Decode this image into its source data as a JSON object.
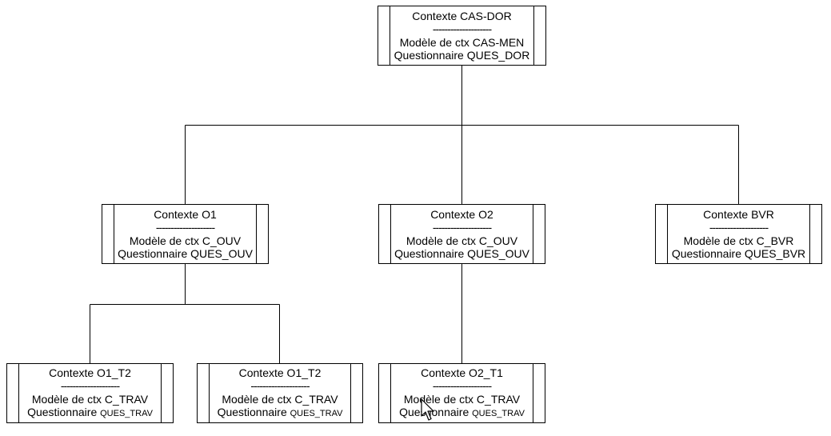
{
  "diagram": {
    "nodes": [
      {
        "id": "root",
        "context": "Contexte CAS-DOR",
        "separator": "--------------------",
        "model": "Modèle de ctx CAS-MEN",
        "questionnaire_prefix": "Questionnaire",
        "questionnaire": "QUES_DOR"
      },
      {
        "id": "o1",
        "context": "Contexte O1",
        "separator": "--------------------",
        "model": "Modèle de ctx C_OUV",
        "questionnaire_prefix": "Questionnaire",
        "questionnaire": "QUES_OUV"
      },
      {
        "id": "o2",
        "context": "Contexte O2",
        "separator": "--------------------",
        "model": "Modèle de ctx C_OUV",
        "questionnaire_prefix": "Questionnaire",
        "questionnaire": "QUES_OUV"
      },
      {
        "id": "bvr",
        "context": "Contexte BVR",
        "separator": "--------------------",
        "model": "Modèle de ctx C_BVR",
        "questionnaire_prefix": "Questionnaire",
        "questionnaire": "QUES_BVR"
      },
      {
        "id": "o1t2a",
        "context": "Contexte O1_T2",
        "separator": "--------------------",
        "model": "Modèle de ctx C_TRAV",
        "questionnaire_prefix": "Questionnaire",
        "questionnaire": "QUES_TRAV"
      },
      {
        "id": "o1t2b",
        "context": "Contexte O1_T2",
        "separator": "--------------------",
        "model": "Modèle de ctx C_TRAV",
        "questionnaire_prefix": "Questionnaire",
        "questionnaire": "QUES_TRAV"
      },
      {
        "id": "o2t1",
        "context": "Contexte O2_T1",
        "separator": "--------------------",
        "model": "Modèle de ctx C_TRAV",
        "questionnaire_prefix": "Questionnaire",
        "questionnaire": "QUES_TRAV"
      }
    ],
    "edges": [
      {
        "from": "root",
        "to": "o1"
      },
      {
        "from": "root",
        "to": "o2"
      },
      {
        "from": "root",
        "to": "bvr"
      },
      {
        "from": "o1",
        "to": "o1t2a"
      },
      {
        "from": "o1",
        "to": "o1t2b"
      },
      {
        "from": "o2",
        "to": "o2t1"
      }
    ],
    "colors": {
      "line": "#000000",
      "background": "#ffffff"
    },
    "cursor": "arrow-cursor-icon"
  }
}
